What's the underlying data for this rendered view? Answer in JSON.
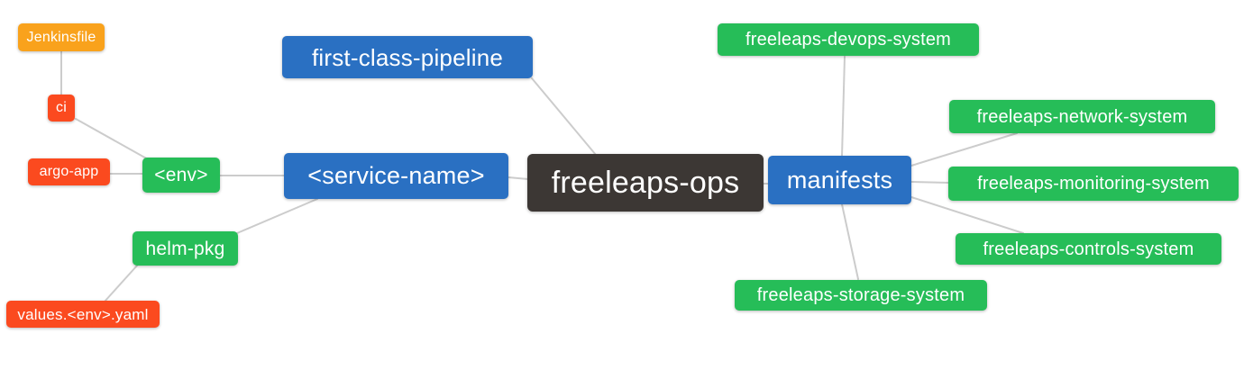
{
  "diagram": {
    "type": "mindmap",
    "background": "#ffffff",
    "edge_color": "#cccccc",
    "palette": {
      "dark": "#3C3734",
      "blue": "#2A70C2",
      "green": "#26BD58",
      "red": "#FB4A1F",
      "orange": "#F9A21C",
      "text": "#ffffff"
    },
    "root": "freeleaps-ops",
    "nodes": [
      {
        "id": "freeleaps-ops",
        "label": "freeleaps-ops",
        "color": "dark",
        "level": 0
      },
      {
        "id": "first-class-pipeline",
        "label": "first-class-pipeline",
        "color": "blue",
        "level": 1
      },
      {
        "id": "service-name",
        "label": "<service-name>",
        "color": "blue",
        "level": 1
      },
      {
        "id": "manifests",
        "label": "manifests",
        "color": "blue",
        "level": 1
      },
      {
        "id": "env",
        "label": "<env>",
        "color": "green",
        "level": 2
      },
      {
        "id": "helm-pkg",
        "label": "helm-pkg",
        "color": "green",
        "level": 2
      },
      {
        "id": "ci",
        "label": "ci",
        "color": "red",
        "level": 3
      },
      {
        "id": "argo-app",
        "label": "argo-app",
        "color": "red",
        "level": 3
      },
      {
        "id": "jenkinsfile",
        "label": "Jenkinsfile",
        "color": "orange",
        "level": 4
      },
      {
        "id": "values-env-yaml",
        "label": "values.<env>.yaml",
        "color": "red",
        "level": 3
      },
      {
        "id": "freeleaps-devops-system",
        "label": "freeleaps-devops-system",
        "color": "green",
        "level": 2
      },
      {
        "id": "freeleaps-network-system",
        "label": "freeleaps-network-system",
        "color": "green",
        "level": 2
      },
      {
        "id": "freeleaps-monitoring-system",
        "label": "freeleaps-monitoring-system",
        "color": "green",
        "level": 2
      },
      {
        "id": "freeleaps-controls-system",
        "label": "freeleaps-controls-system",
        "color": "green",
        "level": 2
      },
      {
        "id": "freeleaps-storage-system",
        "label": "freeleaps-storage-system",
        "color": "green",
        "level": 2
      }
    ],
    "edges": [
      {
        "from": "freeleaps-ops",
        "to": "first-class-pipeline"
      },
      {
        "from": "freeleaps-ops",
        "to": "service-name"
      },
      {
        "from": "freeleaps-ops",
        "to": "manifests"
      },
      {
        "from": "service-name",
        "to": "env"
      },
      {
        "from": "service-name",
        "to": "helm-pkg"
      },
      {
        "from": "env",
        "to": "ci"
      },
      {
        "from": "env",
        "to": "argo-app"
      },
      {
        "from": "ci",
        "to": "jenkinsfile"
      },
      {
        "from": "helm-pkg",
        "to": "values-env-yaml"
      },
      {
        "from": "manifests",
        "to": "freeleaps-devops-system"
      },
      {
        "from": "manifests",
        "to": "freeleaps-network-system"
      },
      {
        "from": "manifests",
        "to": "freeleaps-monitoring-system"
      },
      {
        "from": "manifests",
        "to": "freeleaps-controls-system"
      },
      {
        "from": "manifests",
        "to": "freeleaps-storage-system"
      }
    ]
  }
}
